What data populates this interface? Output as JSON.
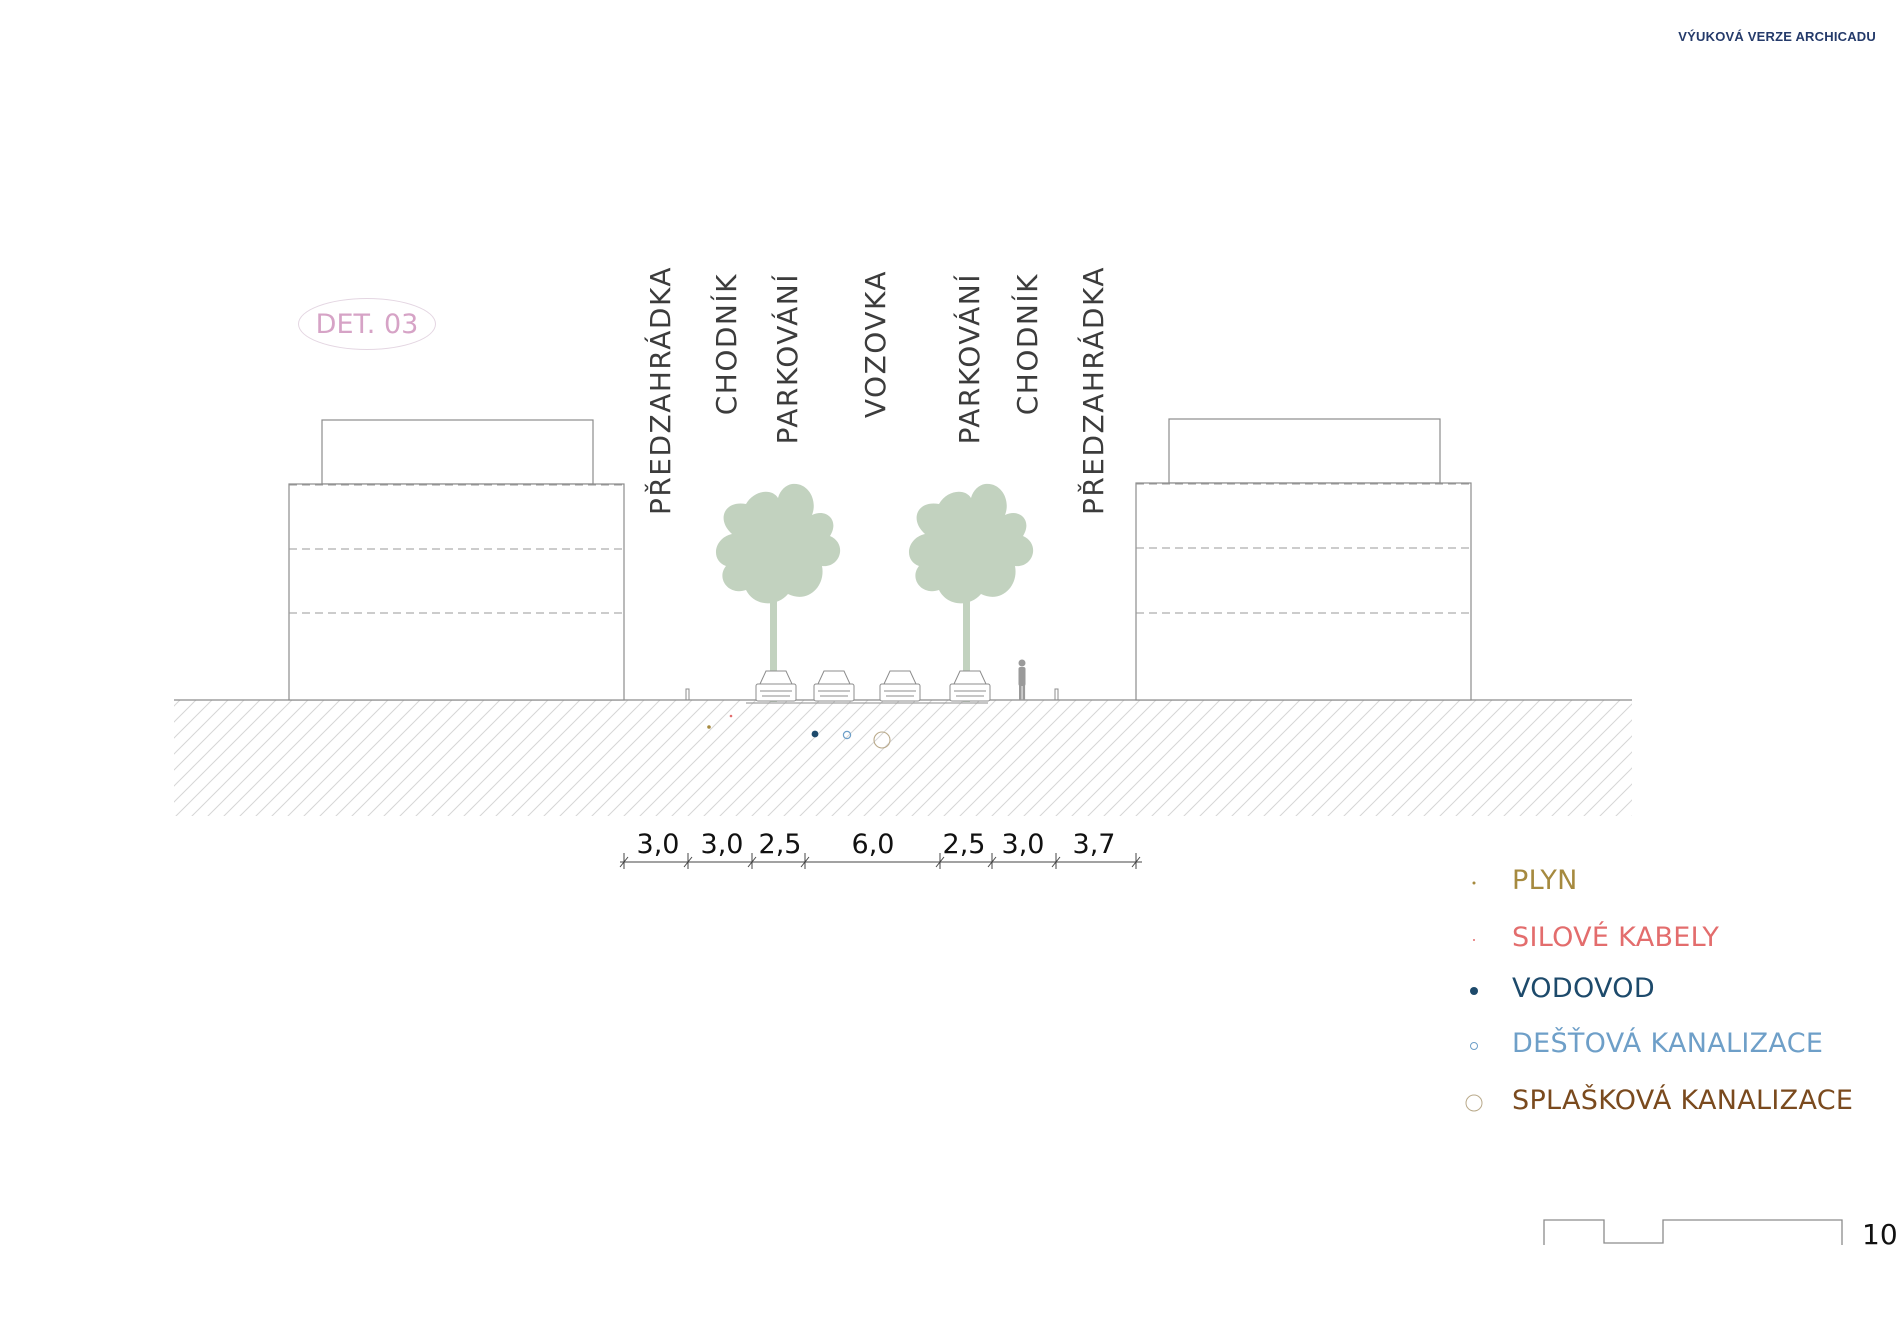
{
  "header": {
    "watermark": "VÝUKOVÁ VERZE ARCHICADU"
  },
  "detail": {
    "label": "DET. 03"
  },
  "zones": [
    {
      "id": "predzahradka-left",
      "label": "PŘEDZAHRÁDKA"
    },
    {
      "id": "chodnik-left",
      "label": "CHODNÍK"
    },
    {
      "id": "parkovani-left",
      "label": "PARKOVÁNÍ"
    },
    {
      "id": "vozovka",
      "label": "VOZOVKA"
    },
    {
      "id": "parkovani-right",
      "label": "PARKOVÁNÍ"
    },
    {
      "id": "chodnik-right",
      "label": "CHODNÍK"
    },
    {
      "id": "predzahradka-right",
      "label": "PŘEDZAHRÁDKA"
    }
  ],
  "dimensions": [
    "3,0",
    "3,0",
    "2,5",
    "6,0",
    "2,5",
    "3,0",
    "3,7"
  ],
  "legend": [
    {
      "label": "PLYN",
      "color": "#a68a3f"
    },
    {
      "label": "SILOVÉ KABELY",
      "color": "#e36d6d"
    },
    {
      "label": "VODOVOD",
      "color": "#1d4a6b"
    },
    {
      "label": "DEŠŤOVÁ KANALIZACE",
      "color": "#6e9fc8"
    },
    {
      "label": "SPLAŠKOVÁ KANALIZACE",
      "color": "#7a4a1e"
    }
  ],
  "colors": {
    "tree": "#c2d2bf",
    "outline": "#8c8c8c",
    "hatch": "#d6d6d6"
  },
  "page": {
    "number": "10"
  }
}
